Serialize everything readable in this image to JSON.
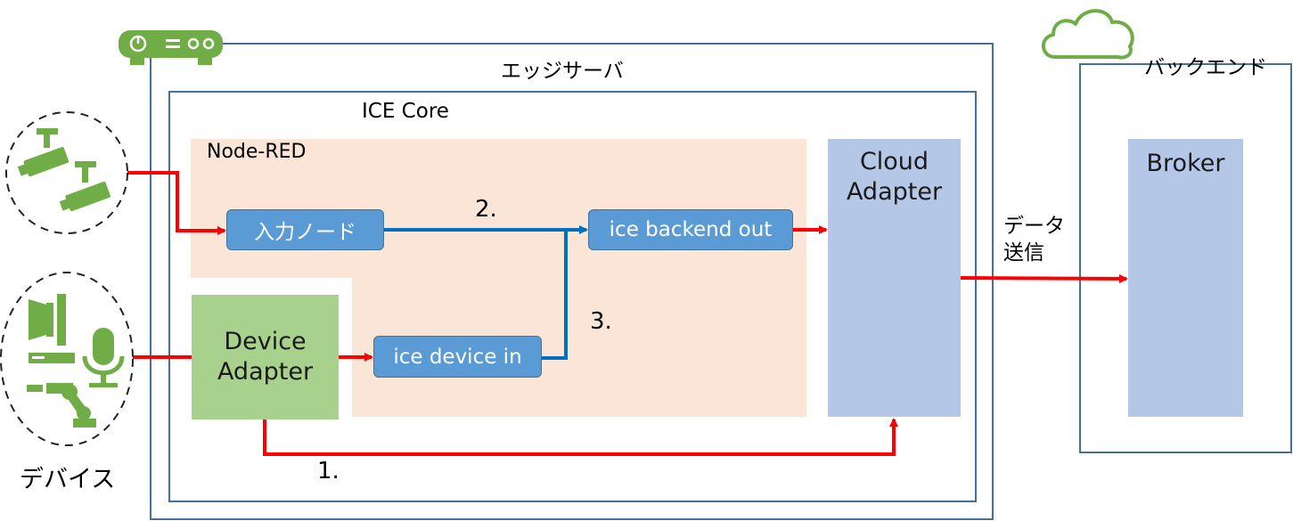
{
  "edge_server": {
    "label": "エッジサーバ"
  },
  "ice_core": {
    "label": "ICE Core"
  },
  "node_red": {
    "label": "Node-RED"
  },
  "nodes": {
    "input": "入力ノード",
    "backend_out": "ice backend out",
    "device_in": "ice device in"
  },
  "cloud_adapter": {
    "line1": "Cloud",
    "line2": "Adapter"
  },
  "device_adapter": {
    "line1": "Device",
    "line2": "Adapter"
  },
  "backend": {
    "label": "バックエンド"
  },
  "broker": {
    "label": "Broker"
  },
  "devices": {
    "label": "デバイス"
  },
  "send": {
    "line1": "データ",
    "line2": "送信"
  },
  "steps": {
    "step1": "1.",
    "step2": "2.",
    "step3": "3."
  },
  "colors": {
    "border": "#41719c",
    "red": "#ff0000",
    "blue": "#0070c0",
    "green": "#70ad47",
    "nodered_bg": "#fbe5d6",
    "adapter_bg": "#b4c7e7",
    "device_adapter_bg": "#a9d18e",
    "node_bg": "#5b9bd5"
  },
  "icons": [
    "server-icon",
    "cloud-icon",
    "camera-icon",
    "device-icon"
  ]
}
